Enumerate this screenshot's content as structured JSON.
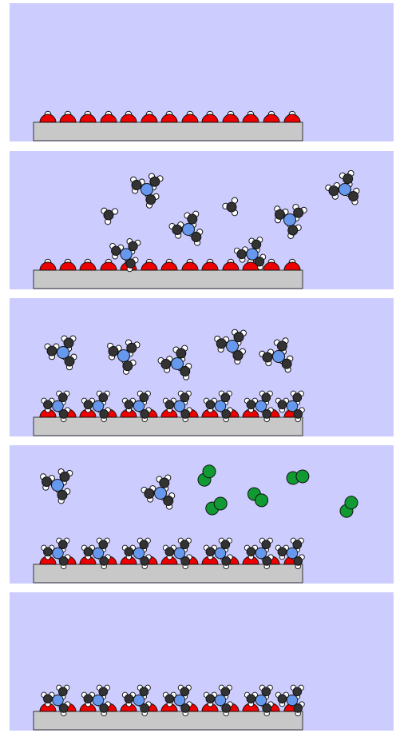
{
  "figure": {
    "panel_count": 5,
    "colors": {
      "background": "#ccccff",
      "substrate": "#c8c8c8",
      "substrate_stroke": "#333333",
      "oxygen": "#ee0000",
      "silicon": "#6699ee",
      "carbon": "#333333",
      "hydrogen": "#ffffff",
      "chlorine": "#119933"
    },
    "panels": [
      {
        "surface": "hydroxyl",
        "free_molecules": []
      },
      {
        "surface": "partial",
        "free_molecules": [
          "trimethylsilyl-group",
          "methyl-group"
        ]
      },
      {
        "surface": "silylated-hydroxyl",
        "free_molecules": [
          "trimethylsilyl-group"
        ]
      },
      {
        "surface": "silylated-hydroxyl",
        "free_molecules": [
          "trimethylsilyl-group",
          "chlorine-molecule"
        ]
      },
      {
        "surface": "silylated-hydroxyl",
        "free_molecules": []
      }
    ]
  }
}
